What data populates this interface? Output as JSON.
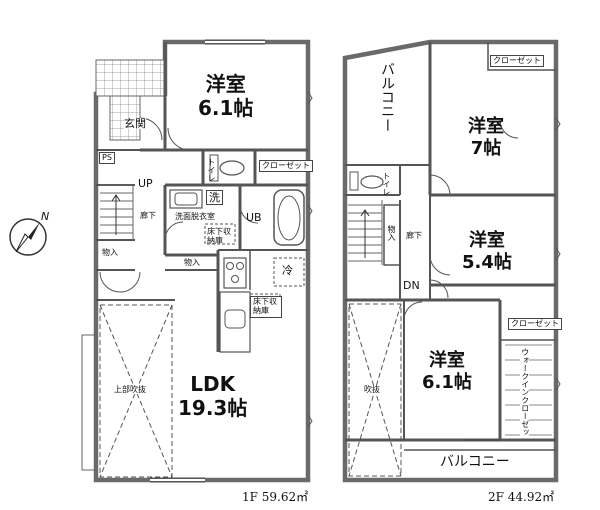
{
  "floor1": {
    "rooms": {
      "western_room": {
        "name": "洋室",
        "size": "6.1帖"
      },
      "ldk": {
        "name": "LDK",
        "size": "19.3帖"
      }
    },
    "labels": {
      "genkan": "玄関",
      "ps": "PS",
      "up": "UP",
      "hallway": "廊下",
      "toilet": "トイレ",
      "closet": "クローゼット",
      "wash_mark": "洗",
      "washroom": "洗面脱衣室",
      "underfloor_storage_1": "床下収納庫",
      "ub": "UB",
      "storage_1": "物入",
      "storage_2": "物入",
      "fridge": "冷",
      "underfloor_storage_2": "床下収納庫",
      "open_ceiling": "上部吹抜"
    },
    "area_label": "1F 59.62㎡"
  },
  "floor2": {
    "rooms": {
      "room_7": {
        "name": "洋室",
        "size": "7帖"
      },
      "room_54": {
        "name": "洋室",
        "size": "5.4帖"
      },
      "room_61": {
        "name": "洋室",
        "size": "6.1帖"
      }
    },
    "labels": {
      "balcony_vertical": "バルコニー",
      "closet_top": "クローゼット",
      "toilet": "トイレ",
      "storage": "物入",
      "hallway": "廊下",
      "dn": "DN",
      "closet_mid": "クローゼット",
      "open_ceiling": "吹抜",
      "walk_in_closet": "ウォークインクローゼット",
      "balcony_bottom": "バルコニー"
    },
    "area_label": "2F 44.92㎡"
  },
  "compass": {
    "north_label": "N"
  }
}
